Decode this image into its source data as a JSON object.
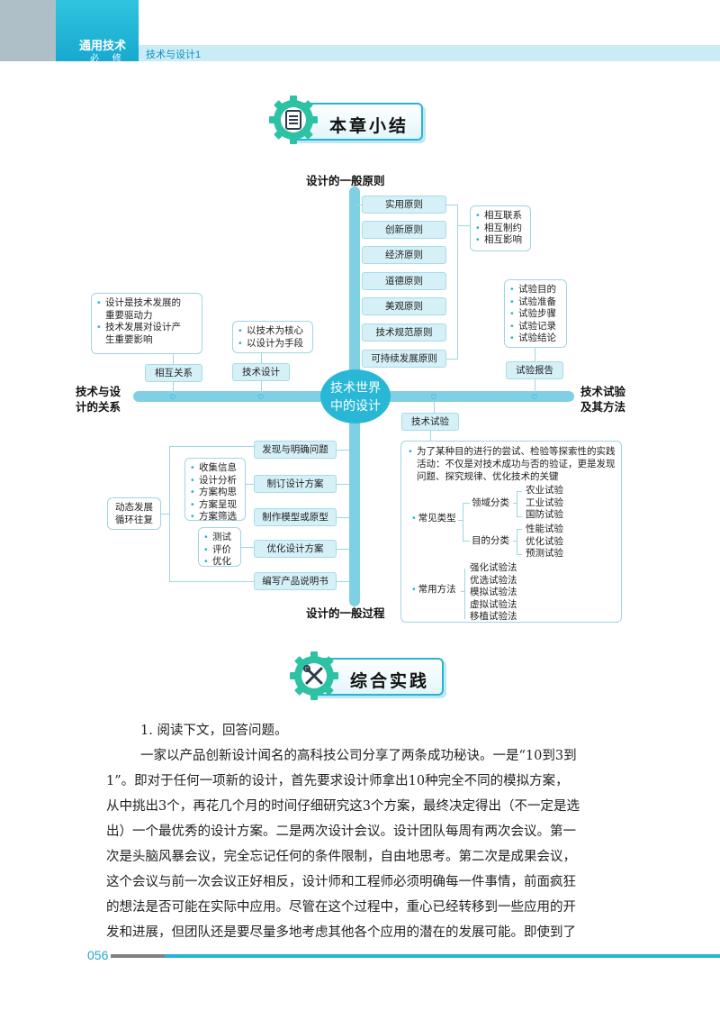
{
  "header": {
    "course": "通用技术",
    "category": "必 修",
    "book": "技术与设计1"
  },
  "banners": {
    "summary": "本章小结",
    "practice": "综合实践"
  },
  "mindmap": {
    "center": [
      "技术世界",
      "中的设计"
    ],
    "top_label": "设计的一般原则",
    "bottom_label": "设计的一般过程",
    "left_label": [
      "技术与设",
      "计的关系"
    ],
    "right_label": [
      "技术试验",
      "及其方法"
    ],
    "principles": [
      "实用原则",
      "创新原则",
      "经济原则",
      "道德原则",
      "美观原则",
      "技术规范原则",
      "可持续发展原则"
    ],
    "principle_notes": [
      "相互联系",
      "相互制约",
      "相互影响"
    ],
    "relation": {
      "node1": "相互关系",
      "node1_notes": [
        "设计是技术发展的",
        "重要驱动力",
        "技术发展对设计产",
        "生重要影响"
      ],
      "node2": "技术设计",
      "node2_notes": [
        "以技术为核心",
        "以设计为手段"
      ]
    },
    "test_report": {
      "node": "试验报告",
      "notes": [
        "试验目的",
        "试验准备",
        "试验步骤",
        "试验记录",
        "试验结论"
      ]
    },
    "process": [
      "发现与明确问题",
      "制订设计方案",
      "制作模型或原型",
      "优化设计方案",
      "编写产品说明书"
    ],
    "process_notes_a": [
      "收集信息",
      "设计分析",
      "方案构思",
      "方案呈现",
      "方案筛选"
    ],
    "process_notes_b": [
      "测试",
      "评价",
      "优化"
    ],
    "cycle": [
      "动态发展",
      "循环往复"
    ],
    "tech_test": {
      "node": "技术试验",
      "definition": [
        "为了某种目的进行的尝试、检验等探索性的实践",
        "活动：不仅是对技术成功与否的验证，更是发现",
        "问题、探究规律、优化技术的关键"
      ],
      "common_types": "常见类型",
      "by_field": "领域分类",
      "field_items": [
        "农业试验",
        "工业试验",
        "国防试验"
      ],
      "by_purpose": "目的分类",
      "purpose_items": [
        "性能试验",
        "优化试验",
        "预测试验"
      ],
      "common_methods": "常用方法",
      "method_items": [
        "强化试验法",
        "优选试验法",
        "模拟试验法",
        "虚拟试验法",
        "移植试验法"
      ]
    }
  },
  "practice": {
    "question": "1. 阅读下文，回答问题。",
    "lines": [
      "一家以产品创新设计闻名的高科技公司分享了两条成功秘诀。一是“10到3到",
      "1”。即对于任何一项新的设计，首先要求设计师拿出10种完全不同的模拟方案，",
      "从中挑出3个，再花几个月的时间仔细研究这3个方案，最终决定得出（不一定是选",
      "出）一个最优秀的设计方案。二是两次设计会议。设计团队每周有两次会议。第一",
      "次是头脑风暴会议，完全忘记任何的条件限制，自由地思考。第二次是成果会议，",
      "这个会议与前一次会议正好相反，设计师和工程师必须明确每一件事情，前面疯狂",
      "的想法是否可能在实际中应用。尽管在这个过程中，重心已经转移到一些应用的开",
      "发和进展，但团队还是要尽量多地考虑其他各个应用的潜在的发展可能。即使到了"
    ]
  },
  "footer": {
    "page": "056"
  }
}
